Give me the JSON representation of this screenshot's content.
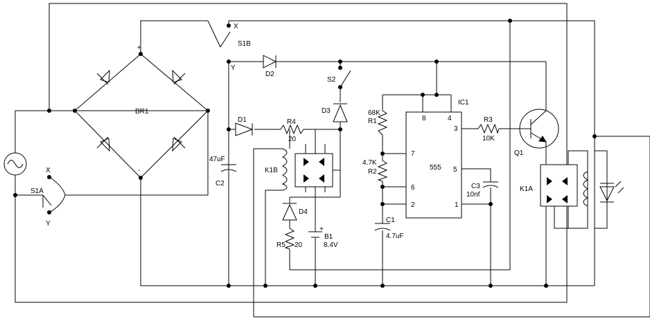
{
  "colors": {
    "wire": "#000000",
    "background": "#ffffff"
  },
  "components": {
    "bridge": "BR1",
    "bridge_plus": "+",
    "bridge_minus": "-",
    "s1b": "S1B",
    "s1a": "S1A",
    "x_label": "X",
    "y_label": "Y",
    "d1": "D1",
    "d2": "D2",
    "d3": "D3",
    "d4": "D4",
    "s2": "S2",
    "r1": "R1",
    "r1_value": "68K",
    "r2": "R2",
    "r2_value": "4.7K",
    "r3": "R3",
    "r3_value": "10K",
    "r4": "R4",
    "r4_value": "20",
    "r5": "R5",
    "r5_value": "20",
    "c1": "C1",
    "c1_value": "4.7uF",
    "c2": "C2",
    "c2_value": "47uF",
    "c3": "C3",
    "c3_value": "10nf",
    "ic1": "IC1",
    "ic1_part": "555",
    "q1": "Q1",
    "k1a": "K1A",
    "k1b": "K1B",
    "b1": "B1",
    "b1_value": "8.4V",
    "b1_plus": "+",
    "pins": {
      "p8": "8",
      "p4": "4",
      "p3": "3",
      "p7": "7",
      "p5": "5",
      "p6": "6",
      "p2": "2",
      "p1": "1"
    }
  }
}
